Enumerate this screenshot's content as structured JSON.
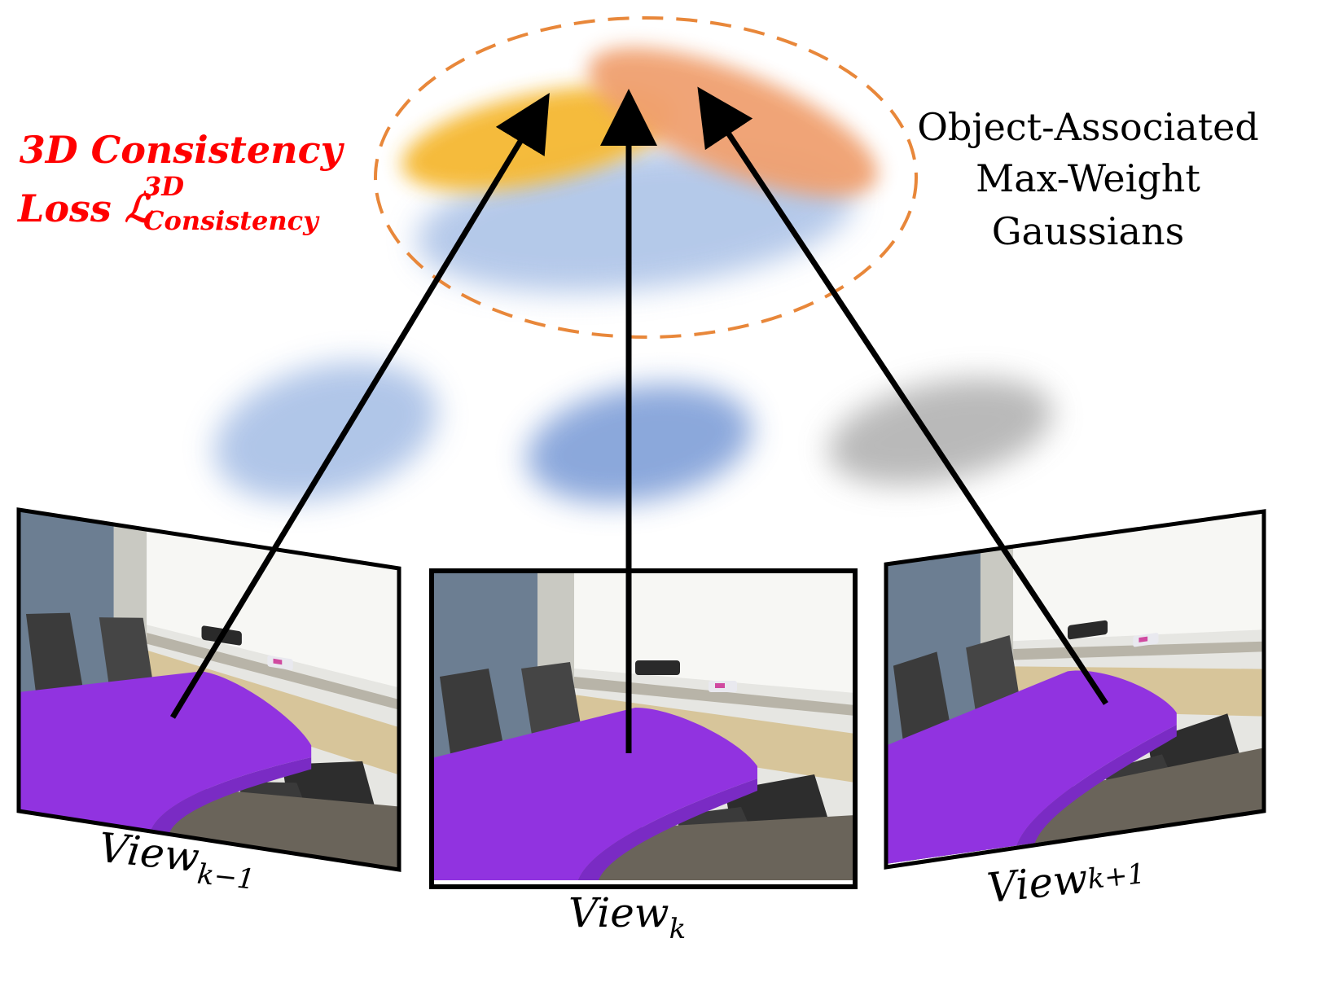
{
  "labels": {
    "loss_line1": "3D Consistency",
    "loss_prefix": "Loss ",
    "loss_symbol": "ℒ",
    "loss_sup": "3D",
    "loss_sub": "Consistency",
    "gaussians_line1": "Object-Associated",
    "gaussians_line2": "Max-Weight",
    "gaussians_line3": "Gaussians"
  },
  "views": [
    {
      "base": "View",
      "sub": "k−1"
    },
    {
      "base": "View",
      "sub": "k"
    },
    {
      "base": "View",
      "sub": "k+1"
    }
  ],
  "colors": {
    "loss_text": "#ff0000",
    "ellipse_dash": "#e8873a",
    "gaussian_yellow": "#f5b830",
    "gaussian_orange": "#f0a070",
    "gaussian_blue_light": "#a8c0e6",
    "gaussian_blue": "#7f9fd8",
    "gaussian_gray": "#a8a8a8",
    "highlight_purple": "#9133e0",
    "arrow": "#000000"
  },
  "icons": {
    "view_images": "meeting-room-photo"
  }
}
